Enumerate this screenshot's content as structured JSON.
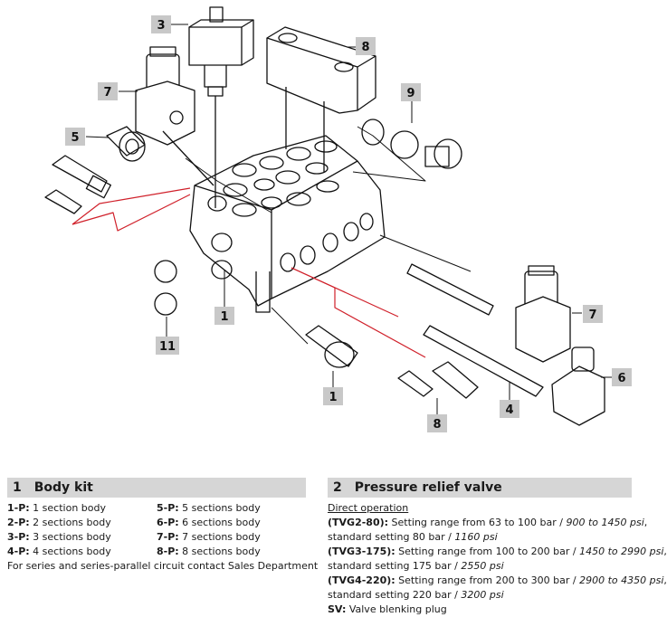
{
  "callouts": [
    "1",
    "1",
    "1",
    "3",
    "4",
    "5",
    "6",
    "7",
    "7",
    "8",
    "8",
    "9",
    "11"
  ],
  "callout_map": {
    "c1_body": "1",
    "c1_relief": "1",
    "c3": "3",
    "c4": "4",
    "c5": "5",
    "c6": "6",
    "c7_left": "7",
    "c7_right": "7",
    "c8_top": "8",
    "c8_bottom": "8",
    "c9": "9",
    "c11": "11"
  },
  "colors": {
    "callout_bg": "#c8c8c8",
    "header_bg": "#d6d6d6",
    "leader_red": "#d0202a",
    "line": "#111111"
  },
  "section1": {
    "number": "1",
    "title": "Body kit",
    "left": [
      {
        "code": "1-P:",
        "text": " 1 section body"
      },
      {
        "code": "2-P:",
        "text": " 2 sections body"
      },
      {
        "code": "3-P:",
        "text": " 3 sections body"
      },
      {
        "code": "4-P:",
        "text": " 4 sections body"
      }
    ],
    "right": [
      {
        "code": "5-P:",
        "text": " 5 sections body"
      },
      {
        "code": "6-P:",
        "text": " 6 sections body"
      },
      {
        "code": "7-P:",
        "text": " 7 sections body"
      },
      {
        "code": "8-P:",
        "text": " 8 sections body"
      }
    ],
    "note": "For series and series-parallel circuit contact Sales Department"
  },
  "section2": {
    "number": "2",
    "title": "Pressure relief valve",
    "subheading": "Direct operation",
    "rows": [
      {
        "code": "(TVG2-80):",
        "a": " Setting range from 63 to 100 bar / ",
        "b": "900 to 1450 psi",
        "c": ","
      },
      {
        "code": "",
        "a": "standard setting 80 bar / ",
        "b": "1160 psi",
        "c": ""
      },
      {
        "code": "(TVG3-175):",
        "a": " Setting range from 100 to 200 bar / ",
        "b": "1450 to 2990 psi",
        "c": ","
      },
      {
        "code": "",
        "a": "standard setting 175 bar / ",
        "b": "2550 psi",
        "c": ""
      },
      {
        "code": "(TVG4-220):",
        "a": " Setting range from 200 to 300 bar / ",
        "b": "2900 to 4350 psi",
        "c": ","
      },
      {
        "code": "",
        "a": "standard setting 220 bar / ",
        "b": "3200 psi",
        "c": ""
      },
      {
        "code": "SV:",
        "a": " Valve blenking plug",
        "b": "",
        "c": ""
      }
    ]
  }
}
